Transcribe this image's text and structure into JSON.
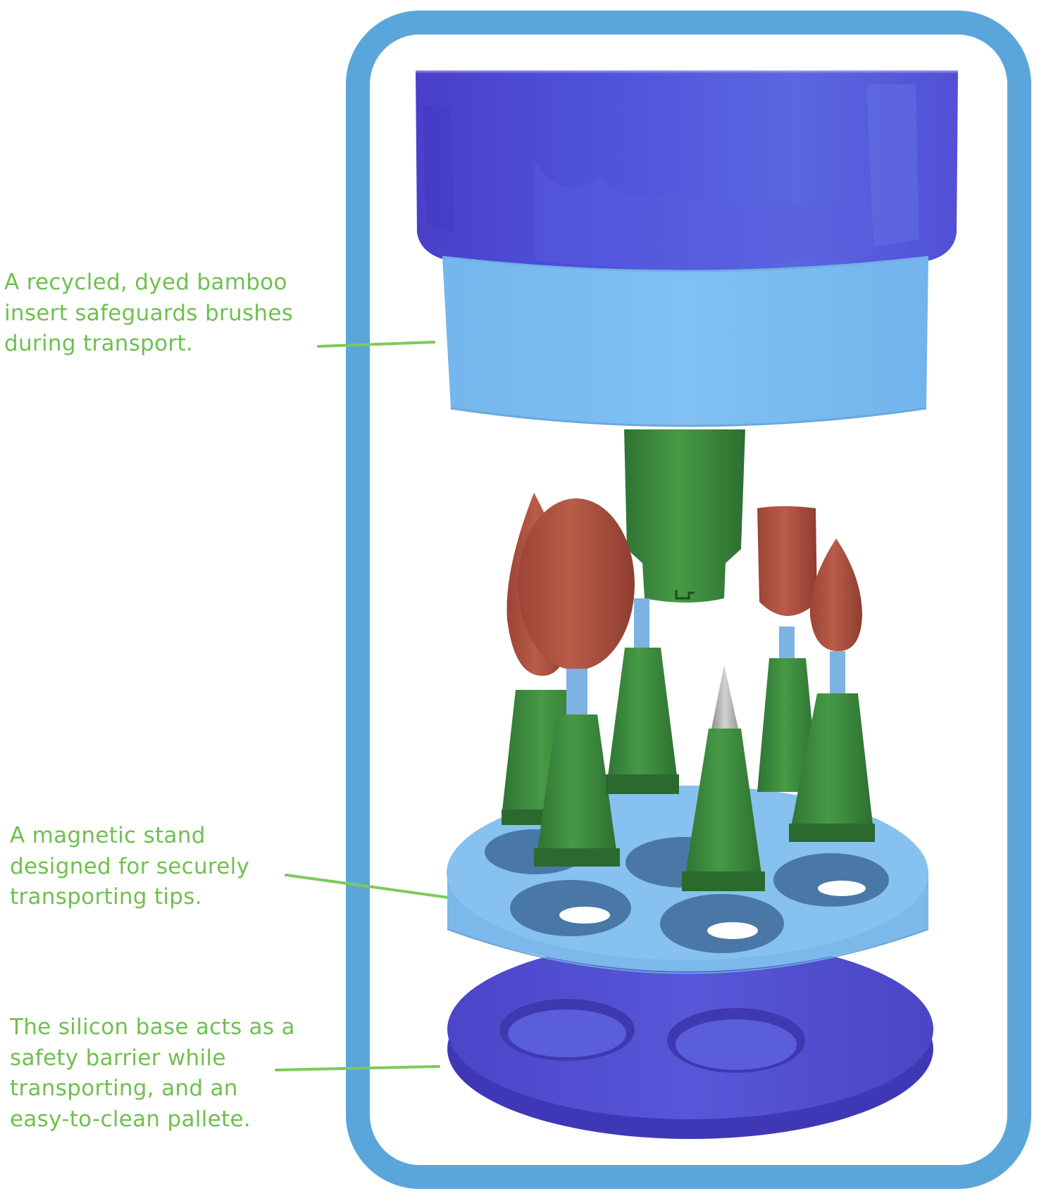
{
  "annotations": [
    {
      "id": "bamboo-insert",
      "lines": [
        "A recycled, dyed bamboo",
        "insert safeguards brushes",
        "during transport."
      ]
    },
    {
      "id": "magnetic-stand",
      "lines": [
        "A magnetic stand",
        "designed for securely",
        "transporting tips."
      ]
    },
    {
      "id": "silicon-base",
      "lines": [
        "The silicon base acts as a",
        "safety barrier while",
        "transporting, and an",
        "easy-to-clean pallete."
      ]
    }
  ],
  "colors": {
    "frame": "#5aa6db",
    "label_text": "#6fc04f",
    "leader_line": "#7dc95c",
    "lid": "#4d4fd6",
    "insert": "#7bbbef",
    "stand": "#84bfee",
    "base": "#4e4fd0",
    "handle": "#3e8a3e",
    "brush_head": "#b05744",
    "ferrule": "#7cb3e3",
    "metal_tip": "#b9b9b9"
  }
}
